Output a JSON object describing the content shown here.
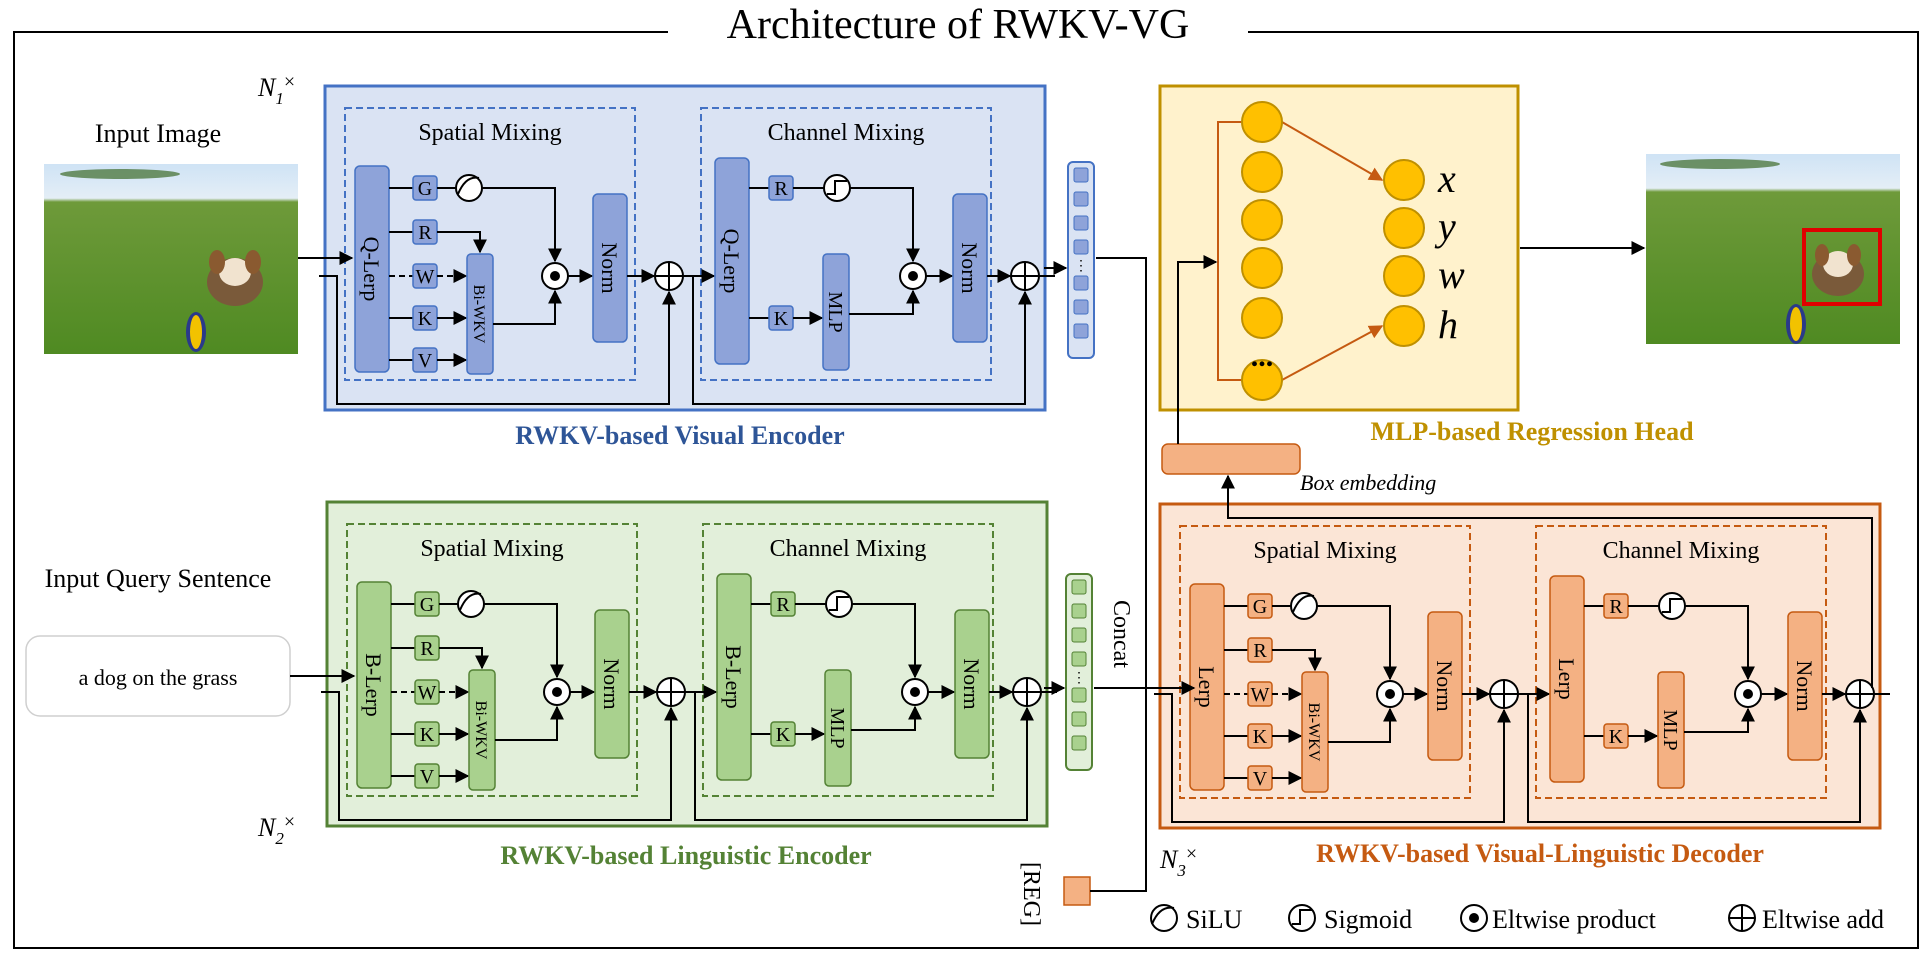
{
  "title": "Architecture of RWKV-VG",
  "inputs": {
    "image_label": "Input Image",
    "query_label": "Input Query Sentence",
    "query_text": "a dog on the grass"
  },
  "visual_encoder": {
    "repeat": "N",
    "repeat_sub": "1",
    "repeat_sup": "×",
    "caption": "RWKV-based Visual Encoder",
    "spatial": {
      "title": "Spatial Mixing",
      "lerp": "Q-Lerp",
      "gates": [
        "G",
        "R",
        "W",
        "K",
        "V"
      ],
      "wkv": "Bi-WKV",
      "norm": "Norm"
    },
    "channel": {
      "title": "Channel Mixing",
      "lerp": "Q-Lerp",
      "gates": [
        "R",
        "K"
      ],
      "mlp": "MLP",
      "norm": "Norm"
    }
  },
  "linguistic_encoder": {
    "repeat": "N",
    "repeat_sub": "2",
    "repeat_sup": "×",
    "caption": "RWKV-based Linguistic Encoder",
    "spatial": {
      "title": "Spatial Mixing",
      "lerp": "B-Lerp",
      "gates": [
        "G",
        "R",
        "W",
        "K",
        "V"
      ],
      "wkv": "Bi-WKV",
      "norm": "Norm"
    },
    "channel": {
      "title": "Channel Mixing",
      "lerp": "B-Lerp",
      "gates": [
        "R",
        "K"
      ],
      "mlp": "MLP",
      "norm": "Norm"
    }
  },
  "decoder": {
    "repeat": "N",
    "repeat_sub": "3",
    "repeat_sup": "×",
    "caption": "RWKV-based Visual-Linguistic Decoder",
    "spatial": {
      "title": "Spatial Mixing",
      "lerp": "Lerp",
      "gates": [
        "G",
        "R",
        "W",
        "K",
        "V"
      ],
      "wkv": "Bi-WKV",
      "norm": "Norm"
    },
    "channel": {
      "title": "Channel Mixing",
      "lerp": "Lerp",
      "gates": [
        "R",
        "K"
      ],
      "mlp": "MLP",
      "norm": "Norm"
    }
  },
  "head": {
    "caption": "MLP-based Regression Head",
    "outputs": [
      "x",
      "y",
      "w",
      "h"
    ],
    "hidden_ellipsis": "..."
  },
  "box_embedding": "Box embedding",
  "concat_label": "Concat",
  "reg_token": "[REG]",
  "legend": {
    "silu": "SiLU",
    "sigmoid": "Sigmoid",
    "product": "Eltwise product",
    "add": "Eltwise add"
  },
  "colors": {
    "visual_border": "#4472c4",
    "visual_fill": "#dae3f3",
    "visual_block": "#8ea3d9",
    "visual_caption": "#2e5597",
    "ling_border": "#548235",
    "ling_fill": "#e2efda",
    "ling_block": "#a9d18e",
    "ling_caption": "#548235",
    "dec_border": "#c55a11",
    "dec_fill": "#fbe5d6",
    "dec_block": "#f4b183",
    "dec_caption": "#c55a11",
    "head_border": "#bf9000",
    "head_fill": "#fff2cc",
    "head_node": "#ffc000",
    "head_caption": "#bf9000"
  }
}
